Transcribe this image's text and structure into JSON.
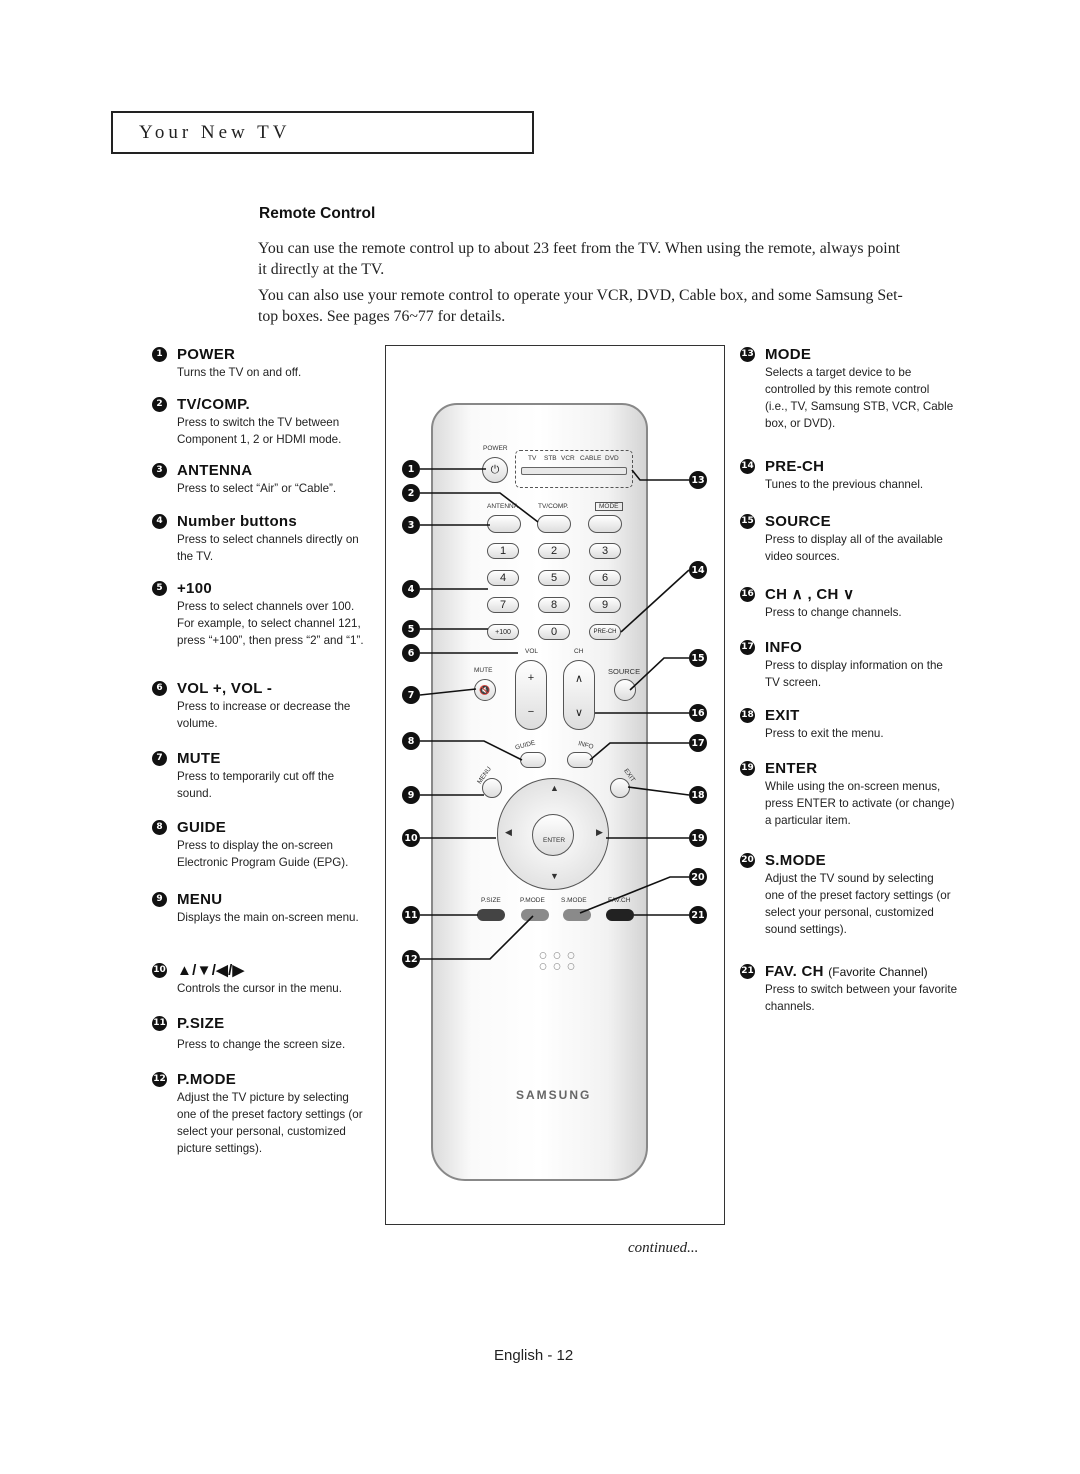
{
  "header": {
    "title": "Your New TV"
  },
  "section_title": "Remote Control",
  "intro": [
    "You can use the remote control up to about 23 feet from the TV. When using the remote, always point it directly at the TV.",
    "You can also use your remote control to operate your VCR, DVD, Cable box, and some Samsung Set-top boxes. See pages 76~77 for details."
  ],
  "left_items": [
    {
      "num": "1",
      "title": "POWER",
      "desc": "Turns the TV on and off."
    },
    {
      "num": "2",
      "title": "TV/COMP.",
      "desc": "Press to switch the TV between Component 1, 2 or HDMI mode."
    },
    {
      "num": "3",
      "title": "ANTENNA",
      "desc": "Press to select “Air” or “Cable”."
    },
    {
      "num": "4",
      "title": "Number buttons",
      "desc": "Press to select channels directly on the TV."
    },
    {
      "num": "5",
      "title": "+100",
      "desc": "Press to select channels over 100. For example, to select channel 121, press “+100”, then press “2” and “1”."
    },
    {
      "num": "6",
      "title": "VOL +, VOL -",
      "desc": "Press to increase or decrease the volume."
    },
    {
      "num": "7",
      "title": "MUTE",
      "desc": "Press to temporarily cut off the sound."
    },
    {
      "num": "8",
      "title": "GUIDE",
      "desc": "Press to display the on-screen Electronic Program Guide (EPG)."
    },
    {
      "num": "9",
      "title": "MENU",
      "desc": "Displays the main on-screen menu."
    },
    {
      "num": "10",
      "title": "▲/▼/◀/▶",
      "desc": "Controls the cursor in the menu."
    },
    {
      "num": "11",
      "title": "P.SIZE",
      "desc": "Press to change the screen size."
    },
    {
      "num": "12",
      "title": "P.MODE",
      "desc": "Adjust the TV picture by selecting one of the preset factory settings (or select your personal, customized picture settings)."
    }
  ],
  "right_items": [
    {
      "num": "13",
      "title": "MODE",
      "desc": "Selects a target device to be controlled by this remote control (i.e., TV, Samsung STB, VCR, Cable box, or DVD)."
    },
    {
      "num": "14",
      "title": "PRE-CH",
      "desc": "Tunes to the previous channel."
    },
    {
      "num": "15",
      "title": "SOURCE",
      "desc": "Press to display all of the available video sources."
    },
    {
      "num": "16",
      "title": "CH ∧ , CH ∨",
      "desc": "Press to change channels."
    },
    {
      "num": "17",
      "title": "INFO",
      "desc": "Press to display information on the TV screen."
    },
    {
      "num": "18",
      "title": "EXIT",
      "desc": "Press to exit the menu."
    },
    {
      "num": "19",
      "title": "ENTER",
      "desc": "While using the on-screen menus, press ENTER to activate (or change) a particular item."
    },
    {
      "num": "20",
      "title": "S.MODE",
      "desc": "Adjust the TV sound by selecting one of the preset factory settings (or select your personal, customized sound settings)."
    },
    {
      "num": "21",
      "title": "FAV. CH",
      "title_note": "(Favorite Channel)",
      "desc": "Press to switch between your favorite channels."
    }
  ],
  "remote": {
    "power_label": "POWER",
    "mode_labels": [
      "TV",
      "STB",
      "VCR",
      "CABLE",
      "DVD"
    ],
    "antenna_label": "ANTENNA",
    "tvcomp_label": "TV/COMP.",
    "mode_label": "MODE",
    "digits": [
      "1",
      "2",
      "3",
      "4",
      "5",
      "6",
      "7",
      "8",
      "9"
    ],
    "plus100": "+100",
    "zero": "0",
    "prech": "PRE-CH",
    "vol_label": "VOL",
    "ch_label": "CH",
    "mute_label": "MUTE",
    "source_label": "SOURCE",
    "guide_label": "GUIDE",
    "info_label": "INFO",
    "menu_label": "MENU",
    "exit_label": "EXIT",
    "enter_label": "ENTER",
    "psize_label": "P.SIZE",
    "pmode_label": "P.MODE",
    "smode_label": "S.MODE",
    "favch_label": "FAV.CH",
    "brand": "SAMSUNG"
  },
  "continued": "continued...",
  "footer": "English - 12"
}
